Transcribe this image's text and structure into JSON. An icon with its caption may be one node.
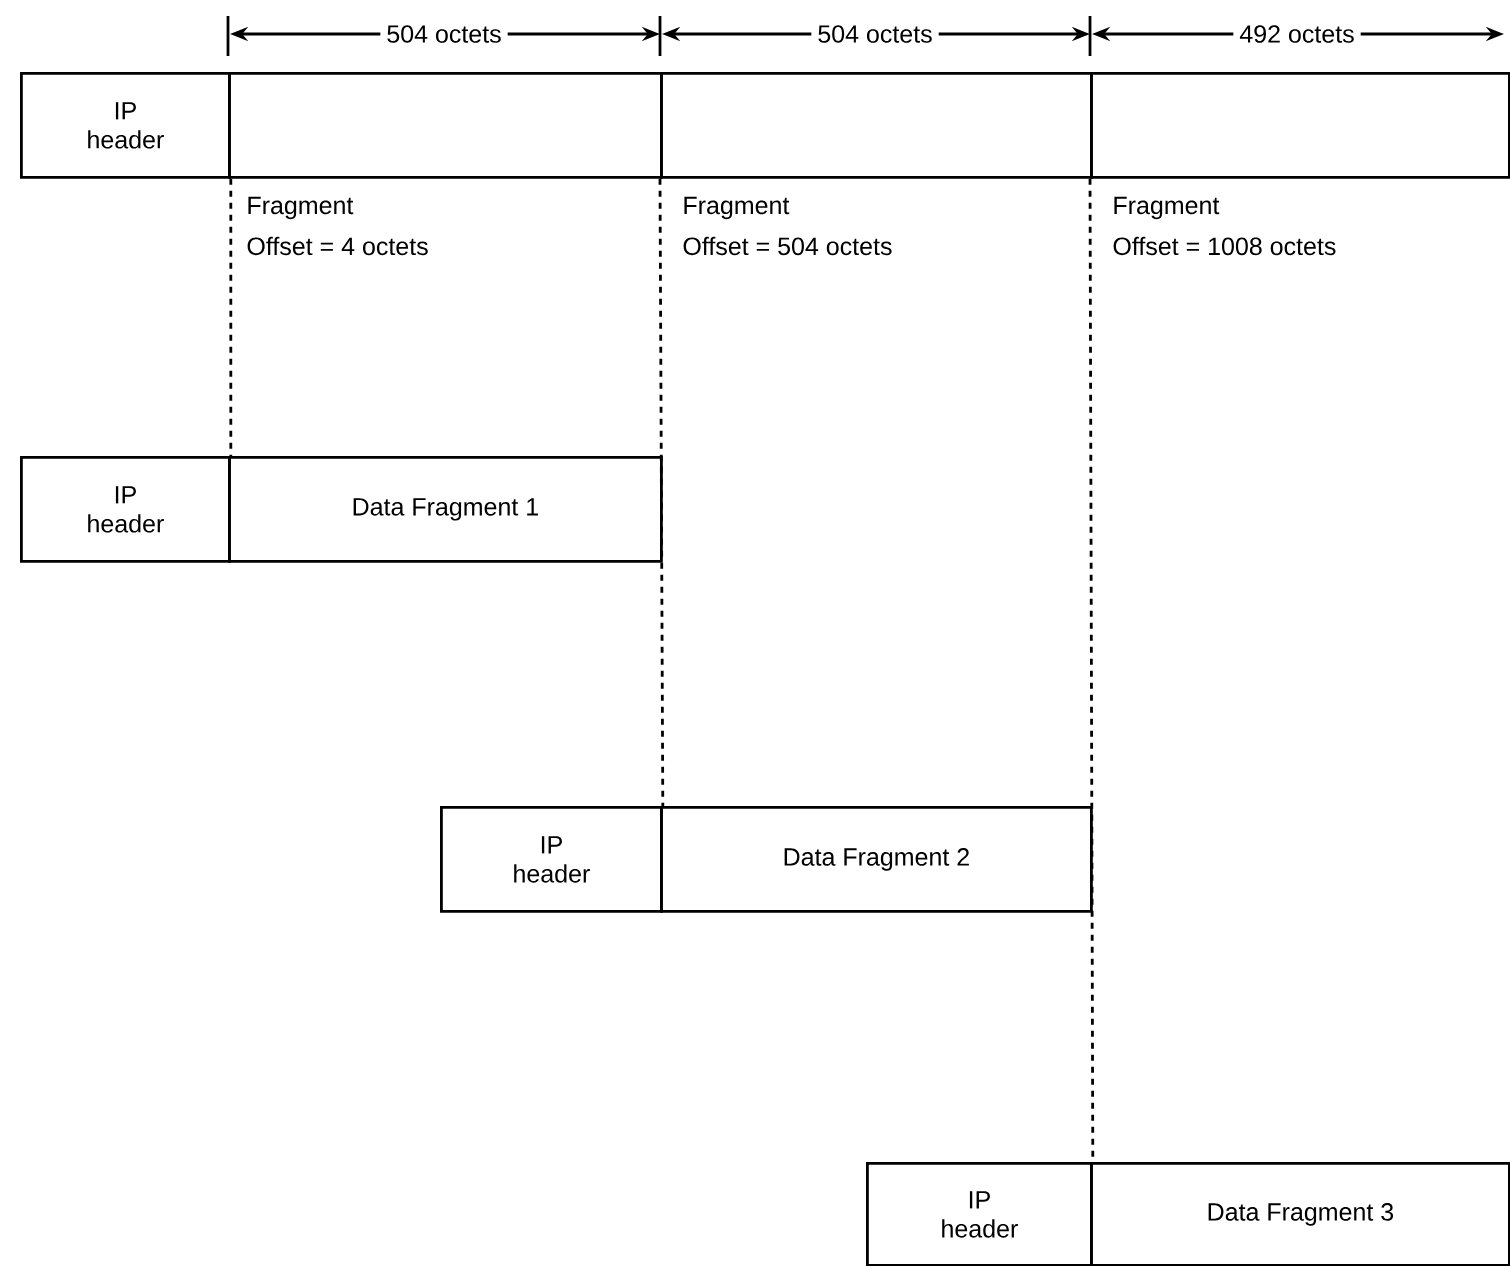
{
  "diagram": {
    "nodes": [
      {
        "text": [
          "IP header"
        ]
      },
      {
        "text": [],
        "shape": "box",
        "beside": [
          "504 octets"
        ]
      },
      {
        "text": [],
        "shape": "box",
        "beside": [
          "504 octets"
        ]
      },
      {
        "text": [],
        "shape": "box",
        "beside": [
          "492 octets"
        ]
      },
      {
        "text": [
          "IP header"
        ]
      },
      {
        "text": [
          "Data Fragment 1"
        ]
      },
      {
        "text": [
          "IP header"
        ]
      },
      {
        "text": [
          "Data Fragment 2"
        ]
      },
      {
        "text": [
          "IP header"
        ]
      },
      {
        "text": [
          "Data Fragment 3"
        ]
      }
    ],
    "edges": [
      {
        "from": 0,
        "to": 4,
        "arrow": "none",
        "style": "dashed"
      },
      {
        "from": 2,
        "to": 6,
        "arrow": "none",
        "style": "dashed"
      },
      {
        "from": 3,
        "to": 8,
        "arrow": "none",
        "style": "dashed"
      }
    ],
    "labels": [
      "Fragment",
      "Offset = 4 octets",
      "Fragment",
      "Offset = 504 octets",
      "Fragment",
      "Offset = 1008 octets"
    ]
  }
}
